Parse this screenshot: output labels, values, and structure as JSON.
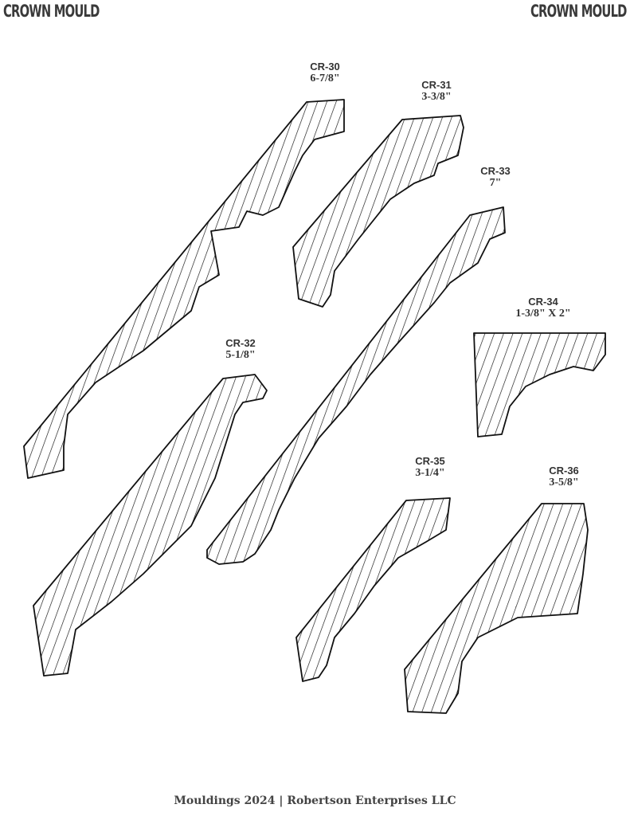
{
  "header": {
    "left_title": "CROWN MOULD",
    "right_title": "CROWN MOULD"
  },
  "profiles": [
    {
      "code": "CR-30",
      "size": "6-7/8\""
    },
    {
      "code": "CR-31",
      "size": "3-3/8\""
    },
    {
      "code": "CR-33",
      "size": "7\""
    },
    {
      "code": "CR-34",
      "size": "1-3/8\" X 2\""
    },
    {
      "code": "CR-32",
      "size": "5-1/8\""
    },
    {
      "code": "CR-35",
      "size": "3-1/4\""
    },
    {
      "code": "CR-36",
      "size": "3-5/8\""
    }
  ],
  "footer": {
    "text": "Mouldings 2024 | Robertson Enterprises LLC"
  }
}
